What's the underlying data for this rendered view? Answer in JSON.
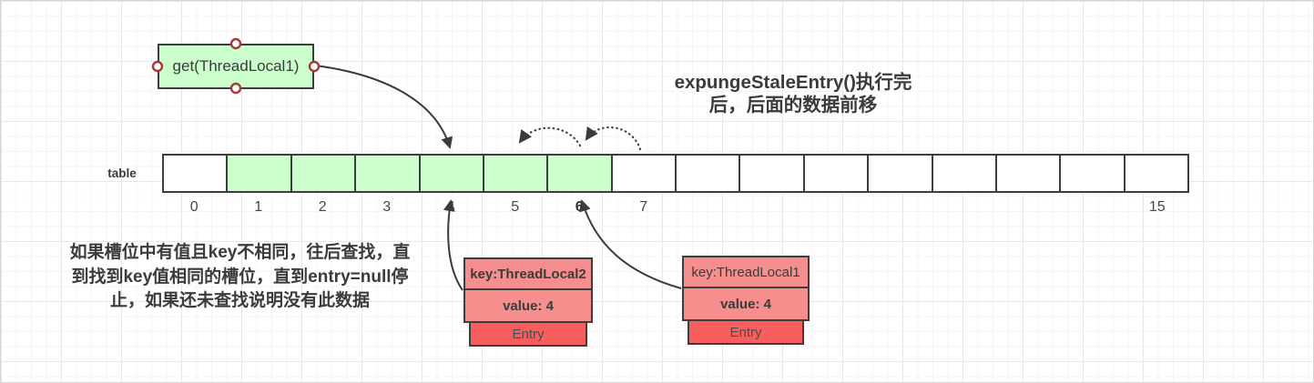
{
  "colors": {
    "green_fill": "#ccfdcc",
    "salmon_fill": "#f68e8e",
    "red_fill": "#f85e5e",
    "border_dark": "#3d3d3d",
    "handle_stroke": "#a23b3b",
    "text": "#3b3b3b"
  },
  "get_box": {
    "label": "get(ThreadLocal1)"
  },
  "title": {
    "lines": [
      "expungeStaleEntry()执行完",
      "后，后面的数据前移"
    ]
  },
  "note": {
    "lines": [
      "如果槽位中有值且key不相同，往后查找，直",
      "到找到key值相同的槽位，直到entry=null停",
      "止，如果还未查找说明没有此数据"
    ]
  },
  "array_table": {
    "label": "table",
    "cell_count": 16,
    "green_cells": [
      1,
      2,
      3,
      4,
      5,
      6
    ],
    "index_labels": [
      {
        "i": 0,
        "text": "0"
      },
      {
        "i": 1,
        "text": "1"
      },
      {
        "i": 2,
        "text": "2"
      },
      {
        "i": 3,
        "text": "3"
      },
      {
        "i": 4,
        "text": "4"
      },
      {
        "i": 5,
        "text": "5"
      },
      {
        "i": 6,
        "text": "6"
      },
      {
        "i": 7,
        "text": "7"
      },
      {
        "i": 15,
        "text": "15"
      }
    ],
    "bold_indexes": [
      6
    ]
  },
  "entry_stacks": [
    {
      "key": "key:ThreadLocal2",
      "key_bold": true,
      "value": "value: 4",
      "footer": "Entry"
    },
    {
      "key": "key:ThreadLocal1",
      "key_bold": false,
      "value": "value: 4",
      "footer": "Entry"
    }
  ]
}
